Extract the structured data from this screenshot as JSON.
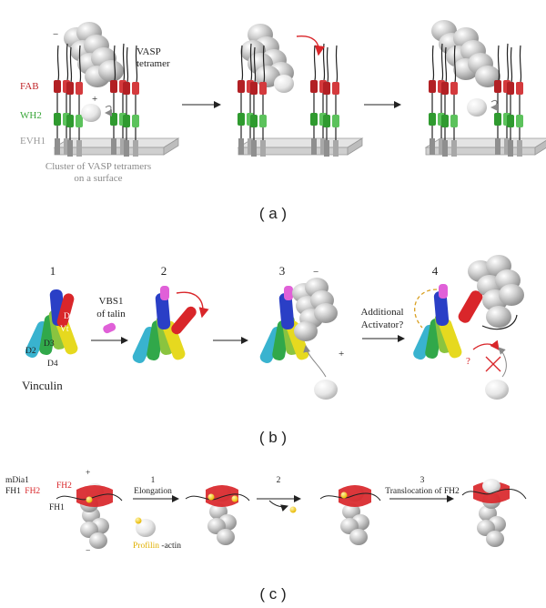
{
  "panel_a": {
    "tag": "( a )",
    "minus_sign": "−",
    "plus_sign": "+",
    "vasp_label_1": "VASP",
    "vasp_label_2": "tetramer",
    "fab_label": "FAB",
    "wh2_label": "WH2",
    "evh1_label": "EVH1",
    "caption_line1": "Cluster of VASP tetramers",
    "caption_line2": "on a surface",
    "colors": {
      "fab": "#c0262a",
      "wh2": "#3aa63a",
      "evh1_label": "#9a9a9a",
      "actin": "#b9b9b9"
    }
  },
  "panel_b": {
    "tag": "( b )",
    "step1": "1",
    "step2": "2",
    "step3": "3",
    "step4": "4",
    "minus_sign": "−",
    "plus_sign": "+",
    "question_mark": "?",
    "vbs1_line1": "VBS1",
    "vbs1_line2": "of talin",
    "activator_line1": "Additional",
    "activator_line2": "Activator?",
    "vinculin_label": "Vinculin",
    "domain_d1": "D1",
    "domain_d2": "D2",
    "domain_d3": "D3",
    "domain_d4": "D4",
    "domain_vt": "Vt"
  },
  "panel_c": {
    "tag": "( c )",
    "mdia1_label": "mDia1",
    "fh1_prefix": "FH1",
    "fh2_red": "FH2",
    "fh2_label": "FH2",
    "fh1_label": "FH1",
    "plus_sign": "+",
    "minus_sign": "−",
    "step1_num": "1",
    "step1_text": "Elongation",
    "step2_num": "2",
    "step3_num": "3",
    "step3_text": "Translocation of FH2",
    "profilin_word": "Profilin",
    "actin_suffix": "-actin",
    "colors": {
      "fh2": "#d9262a",
      "profilin": "#f2c200"
    }
  }
}
